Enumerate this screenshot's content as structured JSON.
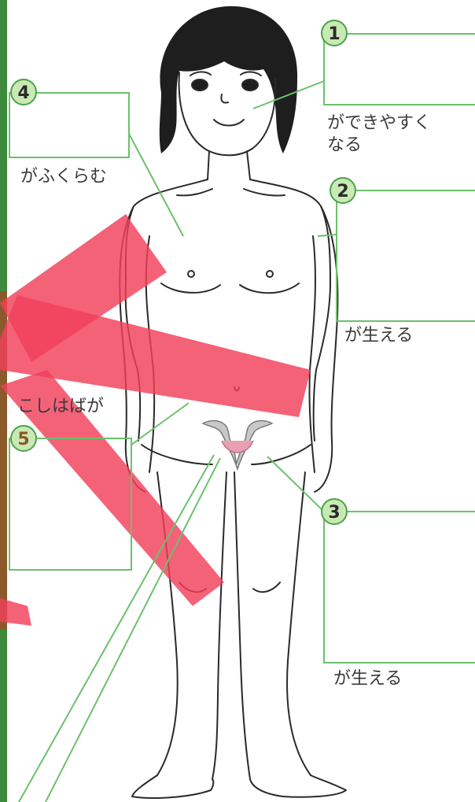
{
  "diagram": {
    "markers": [
      {
        "number": "1",
        "caption_lines": [
          "ができやすく",
          "なる"
        ]
      },
      {
        "number": "2",
        "caption_lines": [
          "が生える"
        ]
      },
      {
        "number": "3",
        "caption_lines": [
          "が生える"
        ]
      },
      {
        "number": "4",
        "caption_lines": [
          "がふくらむ"
        ]
      },
      {
        "number": "5",
        "caption_lines": [
          "こしはばが"
        ]
      }
    ]
  },
  "colors": {
    "side_bar": "#3d8a3d",
    "side_bar_brown": "#8a5a2a",
    "marker_fill": "#c9e9b4",
    "marker_stroke": "#4aa34a",
    "box_line": "#6cc06c",
    "overlay_mark": "#f2405a",
    "sketch_line": "#2a2a2a"
  }
}
